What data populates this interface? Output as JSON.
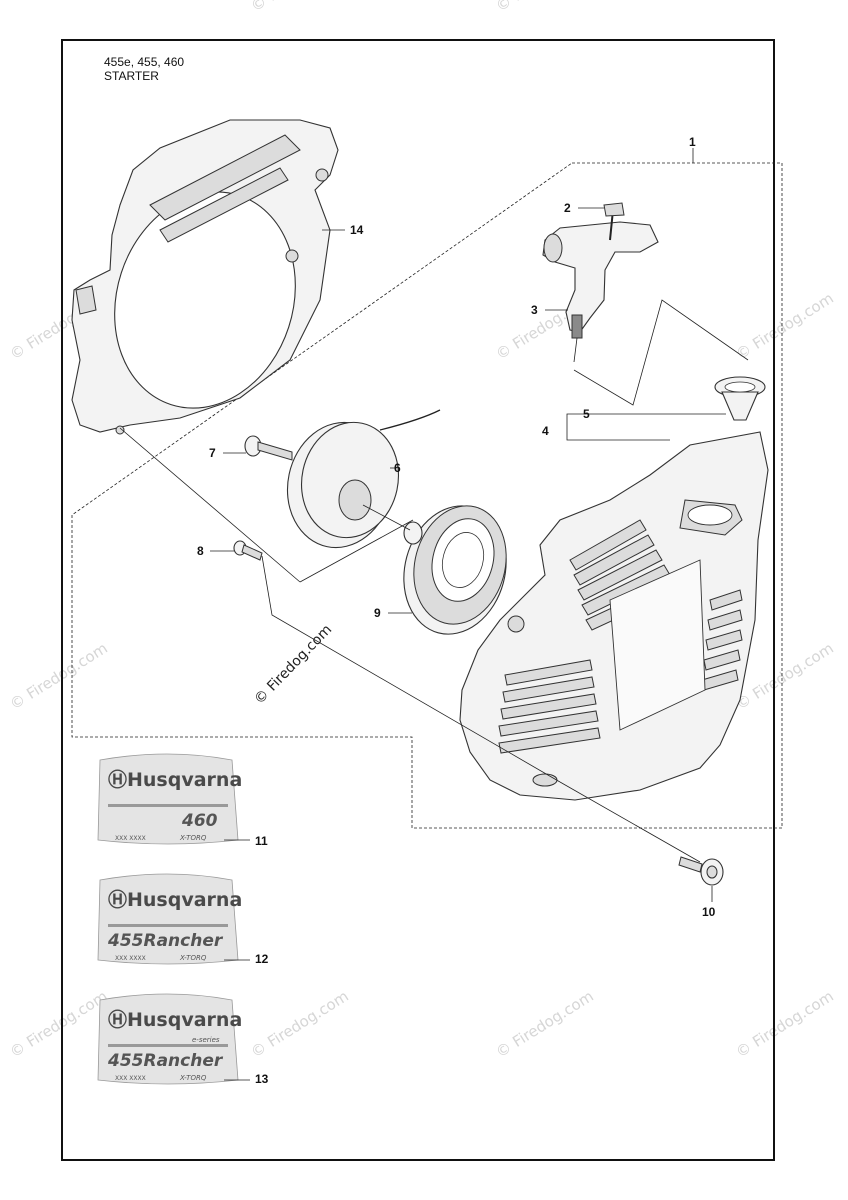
{
  "header": {
    "models": "455e, 455, 460",
    "section": "STARTER"
  },
  "watermark": "© Firedog.com",
  "callouts": [
    {
      "num": "1",
      "part": "starter-assembly"
    },
    {
      "num": "2",
      "part": "handle-clip"
    },
    {
      "num": "3",
      "part": "starter-handle"
    },
    {
      "num": "4",
      "part": "starter-housing"
    },
    {
      "num": "5",
      "part": "rope-guide"
    },
    {
      "num": "6",
      "part": "rope-pulley"
    },
    {
      "num": "7",
      "part": "pulley-screw"
    },
    {
      "num": "8",
      "part": "spring-screw"
    },
    {
      "num": "9",
      "part": "spring-cassette"
    },
    {
      "num": "10",
      "part": "housing-bolt"
    },
    {
      "num": "11",
      "part": "decal-460"
    },
    {
      "num": "12",
      "part": "decal-455-rancher"
    },
    {
      "num": "13",
      "part": "decal-455-rancher-e-series"
    },
    {
      "num": "14",
      "part": "fan-cover"
    }
  ],
  "decals": [
    {
      "brand": "Husqvarna",
      "series": "",
      "model": "460",
      "code": "XXX XXXX",
      "tech": "X-TORQ"
    },
    {
      "brand": "Husqvarna",
      "series": "",
      "model": "455Rancher",
      "code": "XXX XXXX",
      "tech": "X-TORQ"
    },
    {
      "brand": "Husqvarna",
      "series": "e-series",
      "model": "455Rancher",
      "code": "XXX XXXX",
      "tech": "X-TORQ"
    }
  ]
}
